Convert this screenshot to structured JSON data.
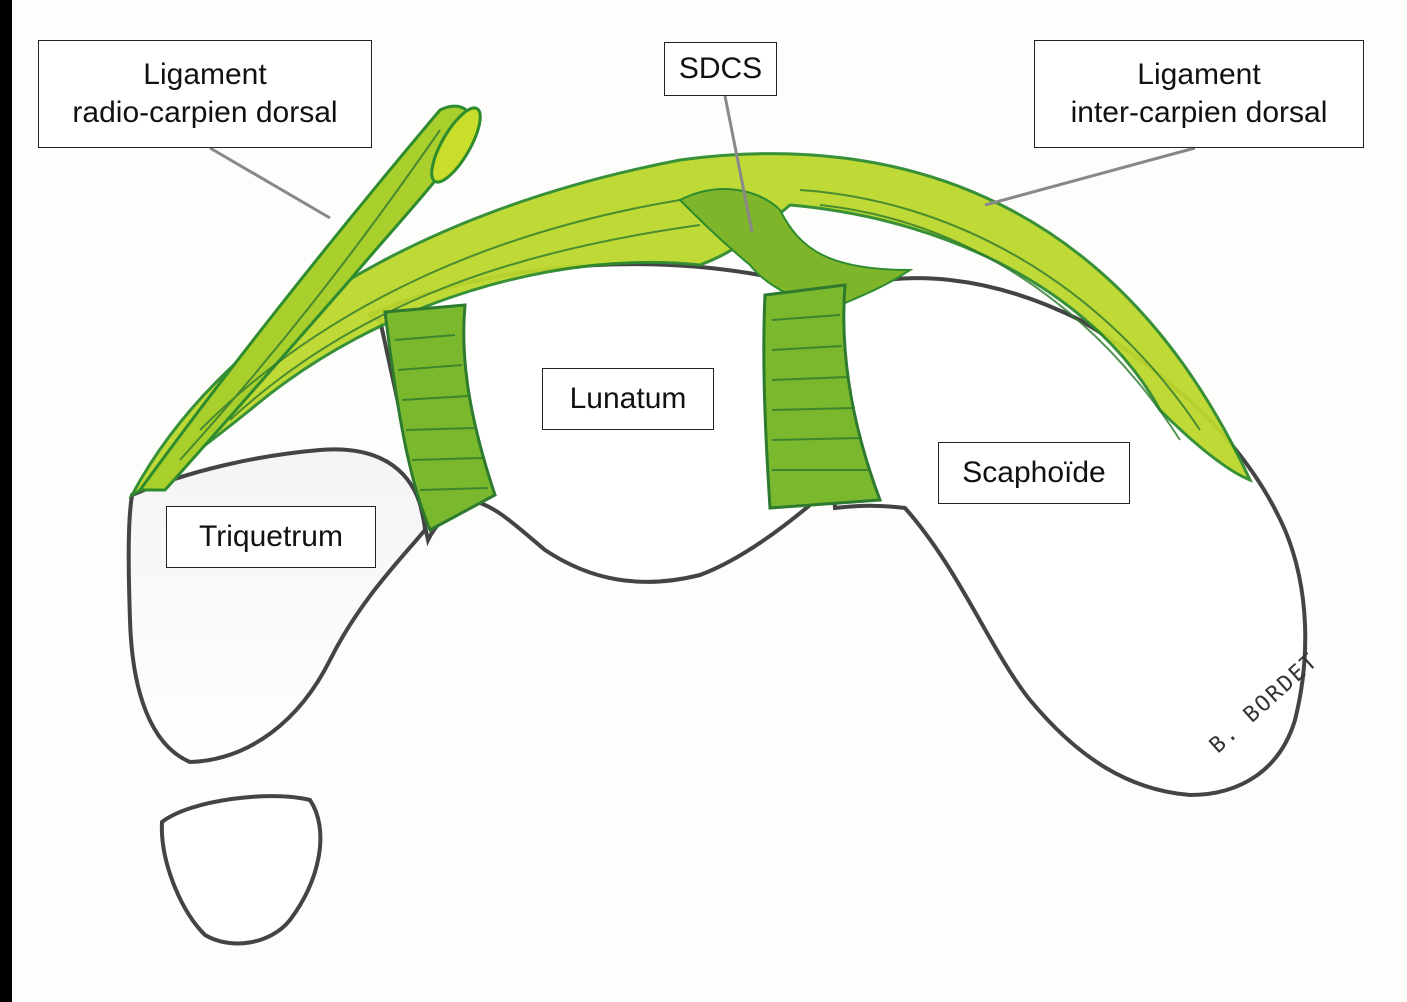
{
  "labels": {
    "radio_carpien": {
      "line1": "Ligament",
      "line2": "radio-carpien dorsal"
    },
    "sdcs": "SDCS",
    "inter_carpien": {
      "line1": "Ligament",
      "line2": "inter-carpien dorsal"
    },
    "lunatum": "Lunatum",
    "scaphoide": "Scaphoïde",
    "triquetrum": "Triquetrum"
  },
  "signature": "B. BORDET",
  "colors": {
    "ligament_light": "#c8de2a",
    "ligament_mid": "#8fbf2a",
    "ligament_dark": "#2e8b2e",
    "bone_outline": "#444444",
    "leader_line": "#888888"
  }
}
